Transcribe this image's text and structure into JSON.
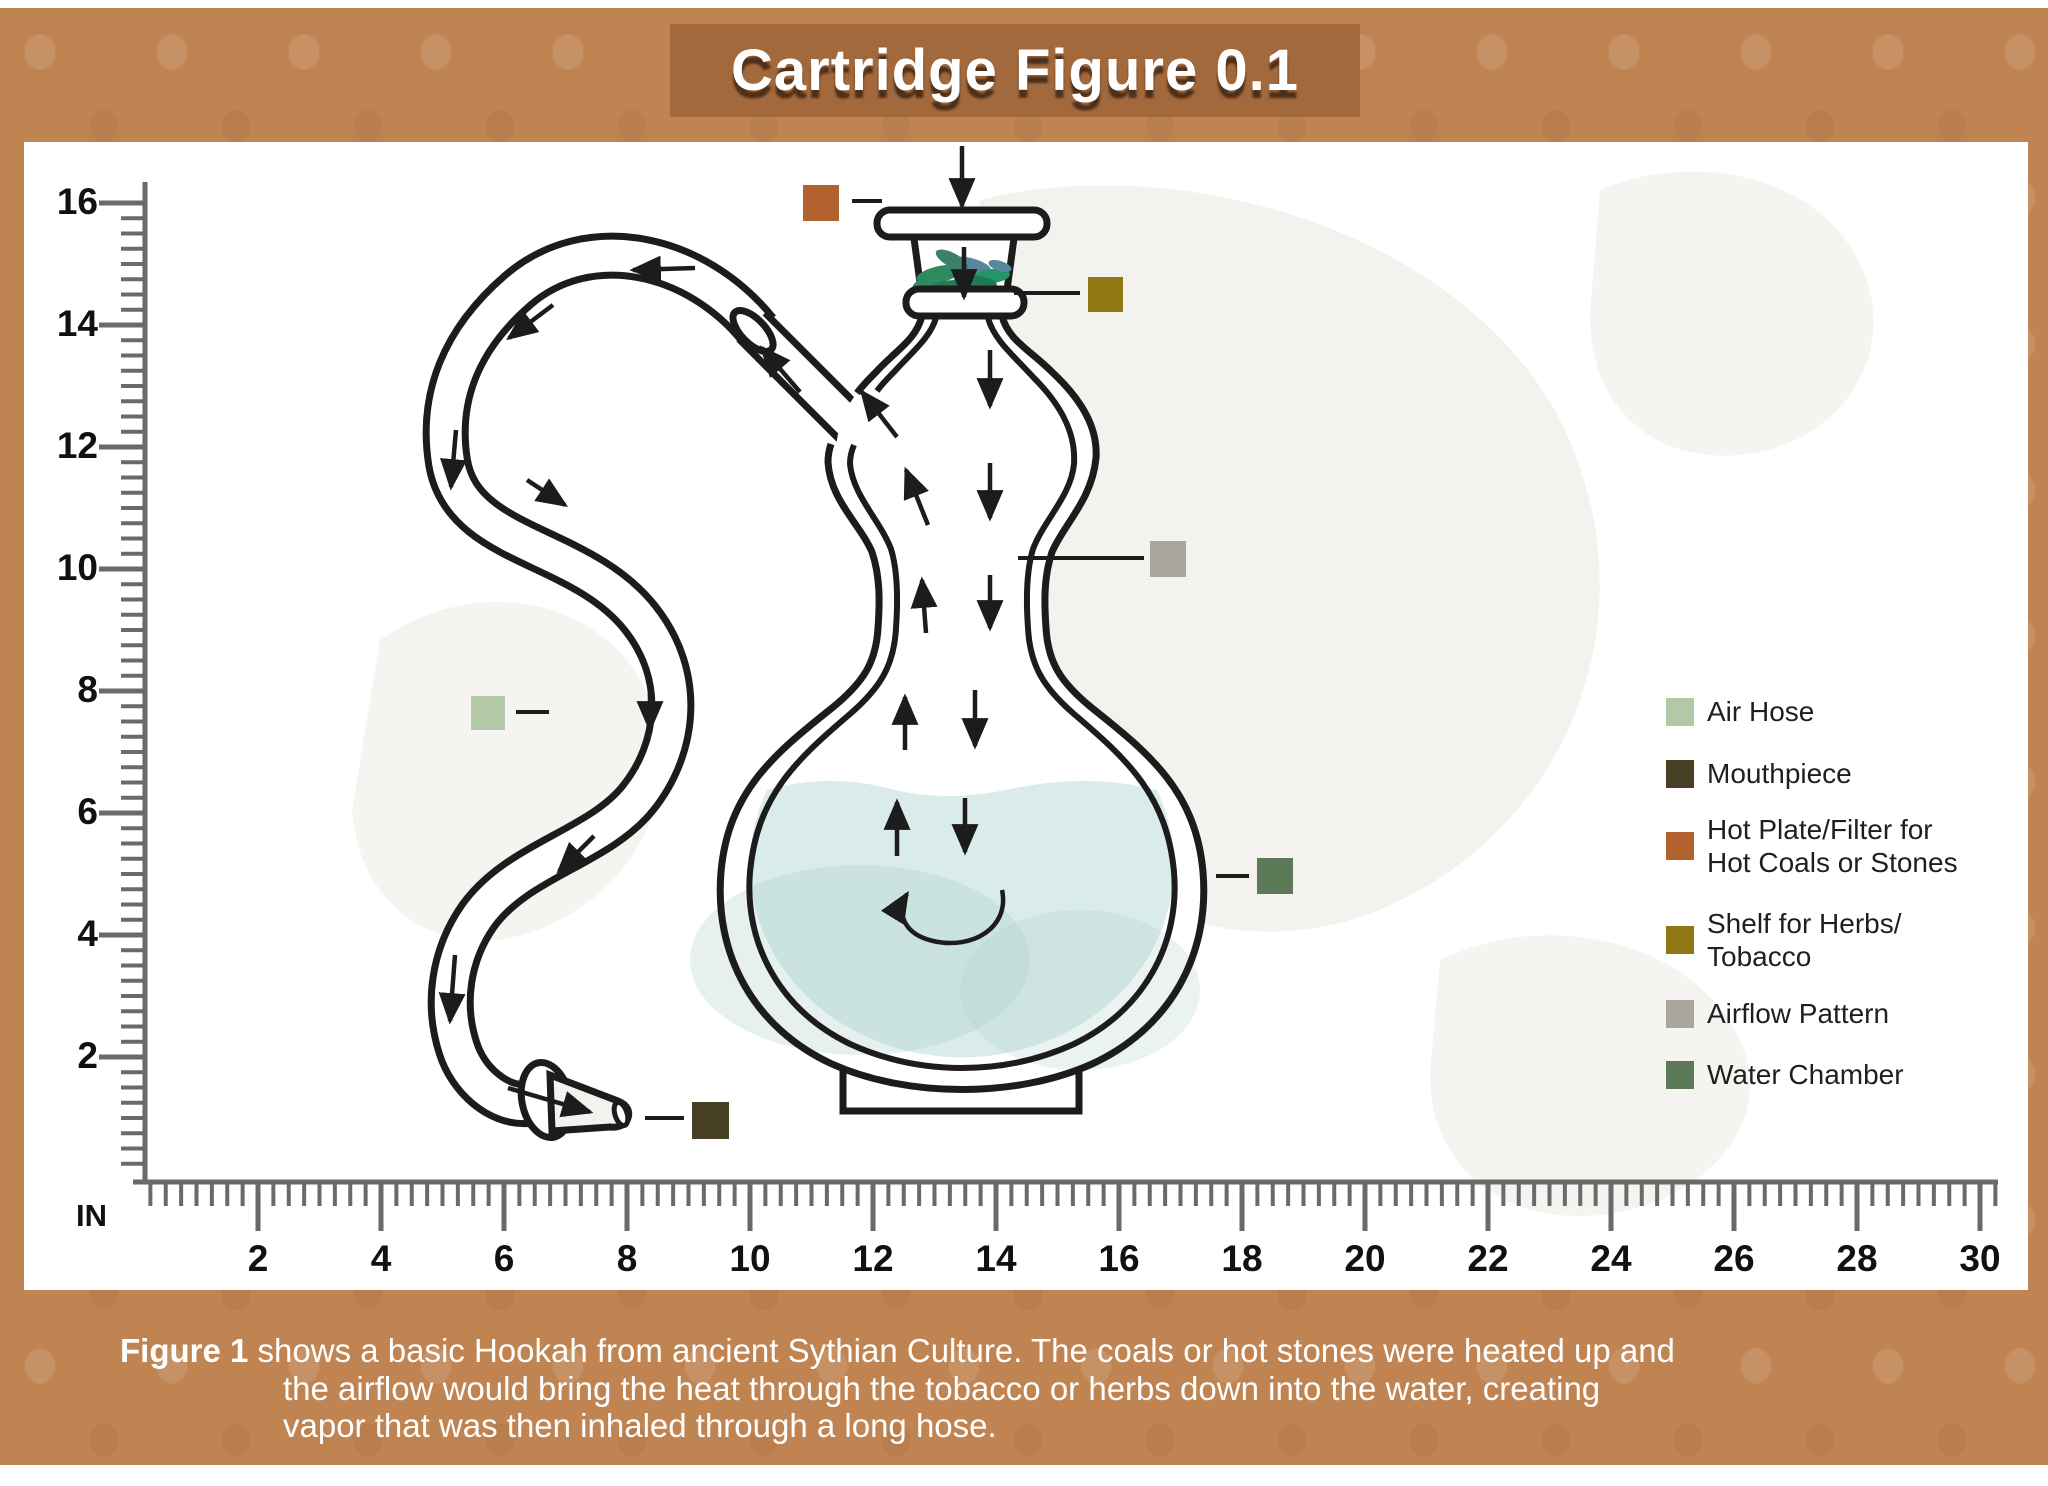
{
  "title": "Cartridge Figure 0.1",
  "axes": {
    "unit_label": "IN",
    "x_labels": [
      "2",
      "4",
      "6",
      "8",
      "10",
      "12",
      "14",
      "16",
      "18",
      "20",
      "22",
      "24",
      "26",
      "28",
      "30"
    ],
    "y_labels": [
      "16",
      "14",
      "12",
      "10",
      "8",
      "6",
      "4",
      "2"
    ],
    "x_range_in": [
      0,
      30
    ],
    "y_range_in": [
      0,
      16
    ]
  },
  "legend": {
    "items": [
      {
        "id": "air-hose",
        "label": "Air Hose",
        "color": "#b2c8a6"
      },
      {
        "id": "mouthpiece",
        "label": "Mouthpiece",
        "color": "#474025"
      },
      {
        "id": "hot-plate",
        "label": "Hot Plate/Filter for\nHot Coals or Stones",
        "color": "#b2622f"
      },
      {
        "id": "shelf",
        "label": "Shelf for Herbs/\nTobacco",
        "color": "#8f7712"
      },
      {
        "id": "airflow",
        "label": "Airflow Pattern",
        "color": "#a8a69a"
      },
      {
        "id": "water-chamber",
        "label": "Water Chamber",
        "color": "#5c7a58"
      }
    ]
  },
  "caption": {
    "lead": "Figure 1",
    "line1": " shows a basic Hookah from ancient Sythian Culture. The coals or hot stones were heated up and",
    "line2": "the airflow would bring the heat through the tobacco or herbs down into the water, creating",
    "line3": "vapor that was then inhaled through a long hose."
  },
  "colors": {
    "background": "#c08452",
    "title_band": "#a2693d",
    "panel": "#ffffff",
    "ink": "#1c1c1c",
    "ruler": "#6a6a6a",
    "water": "#d9eceb",
    "caption_text": "#ffffff",
    "herb_greens": [
      "#2f8a60",
      "#56879a",
      "#23956b",
      "#1e7a52"
    ]
  }
}
